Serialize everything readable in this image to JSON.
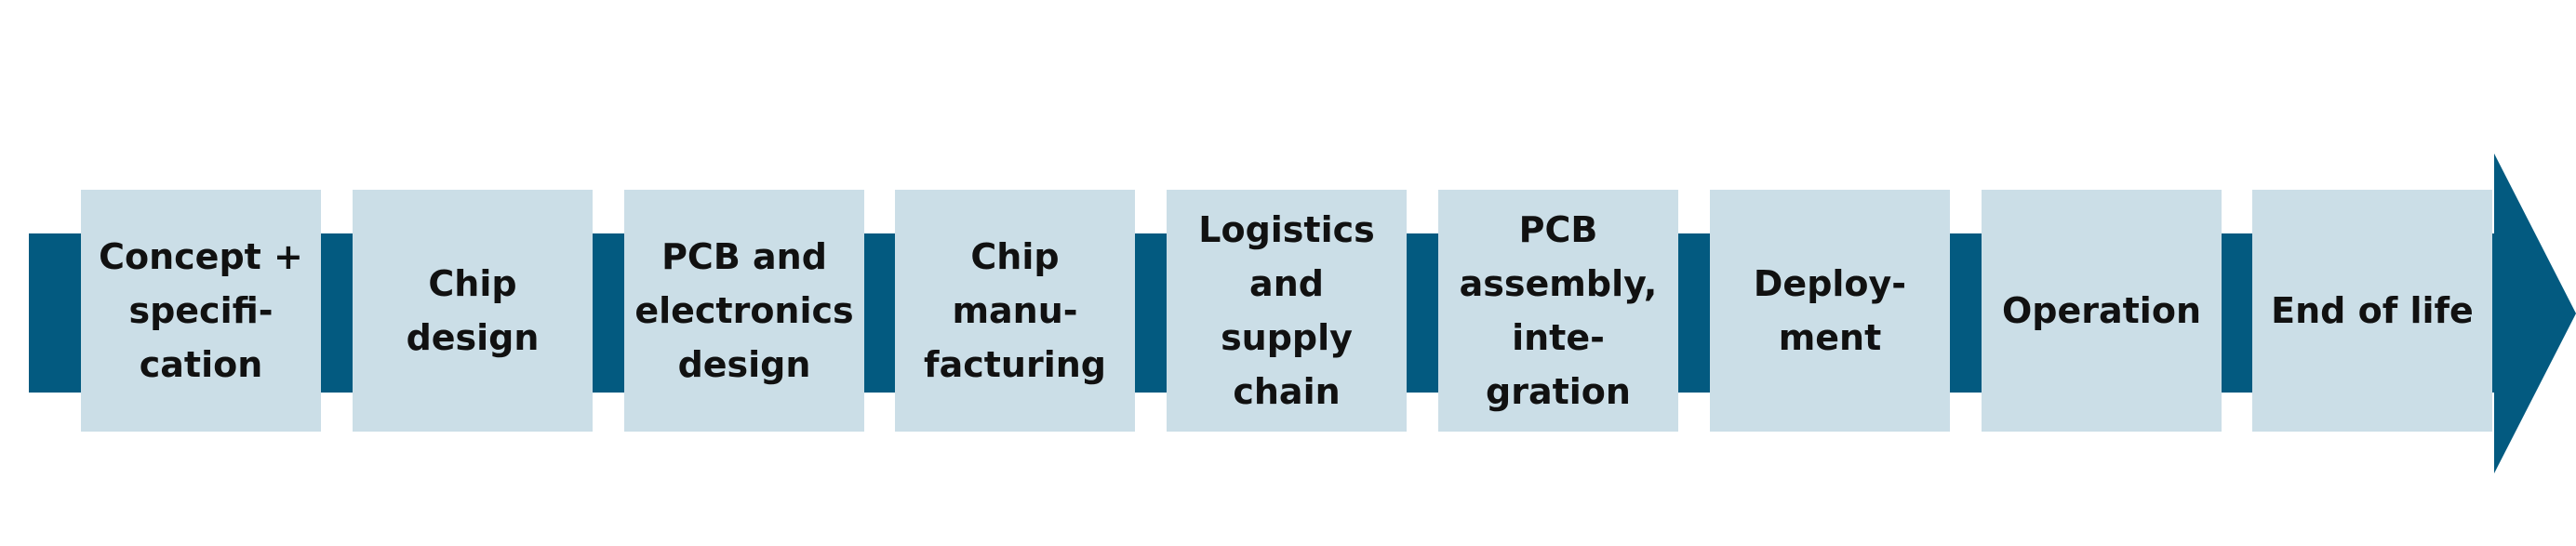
{
  "diagram": {
    "stages": [
      {
        "label": "Concept +\nspecifi-\ncation"
      },
      {
        "label": "Chip\ndesign"
      },
      {
        "label": "PCB and\nelectronics\ndesign"
      },
      {
        "label": "Chip\nmanu-\nfacturing"
      },
      {
        "label": "Logistics\nand\nsupply\nchain"
      },
      {
        "label": "PCB\nassembly,\ninte-\ngration"
      },
      {
        "label": "Deploy-\nment"
      },
      {
        "label": "Operation"
      },
      {
        "label": "End of life"
      }
    ],
    "colors": {
      "arrow": "#035a80",
      "box": "#cbdee7",
      "text": "#111111"
    }
  }
}
